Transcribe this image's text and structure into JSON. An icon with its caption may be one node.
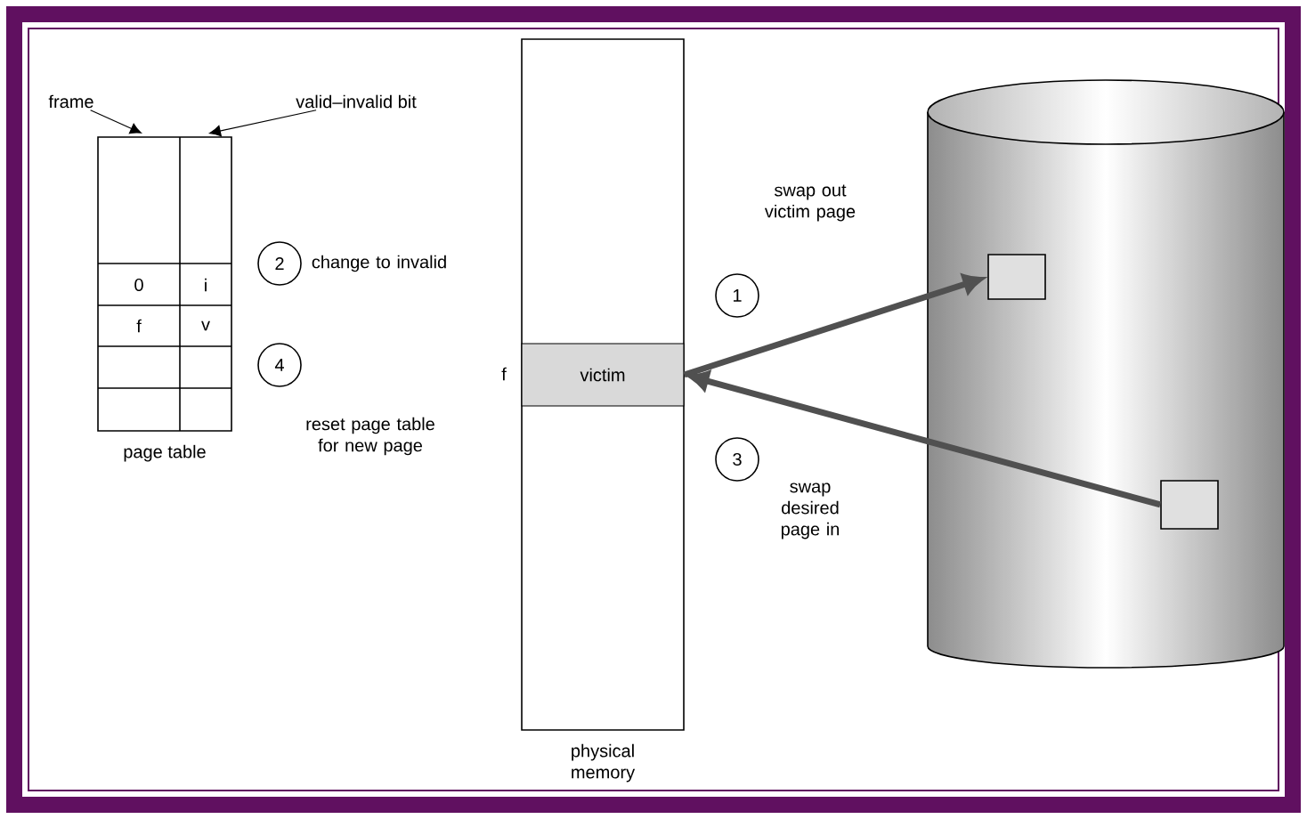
{
  "diagram": {
    "nodes": [
      {
        "text": [
          "page table"
        ]
      },
      {
        "text": [
          "0"
        ],
        "in": 0
      },
      {
        "text": [
          "i"
        ],
        "in": 0
      },
      {
        "text": [
          "f"
        ],
        "in": 0
      },
      {
        "text": [
          "v"
        ],
        "in": 0
      },
      {
        "text": [
          "physical memory"
        ]
      },
      {
        "text": [
          "victim"
        ],
        "in": 5,
        "beside": [
          "f"
        ]
      },
      {
        "text": [],
        "shape": "cylinder"
      },
      {
        "text": [],
        "shape": "box",
        "in": 7
      },
      {
        "text": [],
        "shape": "box",
        "in": 7
      },
      {
        "text": [
          "frame"
        ]
      },
      {
        "text": [
          "valid–invalid bit"
        ]
      },
      {
        "text": [
          "2"
        ],
        "beside": [
          "change to invalid"
        ]
      },
      {
        "text": [
          "4"
        ],
        "beside": [
          "reset page table for new page"
        ]
      },
      {
        "text": [
          "1"
        ],
        "beside": [
          "swap out victim page"
        ]
      },
      {
        "text": [
          "3"
        ],
        "beside": [
          "swap desired page in"
        ]
      }
    ],
    "edges": [
      {
        "from": 10,
        "to": 0,
        "arrow": "to"
      },
      {
        "from": 11,
        "to": 0,
        "arrow": "to"
      },
      {
        "from": 6,
        "to": 8,
        "arrow": "to",
        "style": "thick",
        "color": "#505050"
      },
      {
        "from": 9,
        "to": 6,
        "arrow": "to",
        "style": "thick",
        "color": "#505050"
      }
    ]
  }
}
